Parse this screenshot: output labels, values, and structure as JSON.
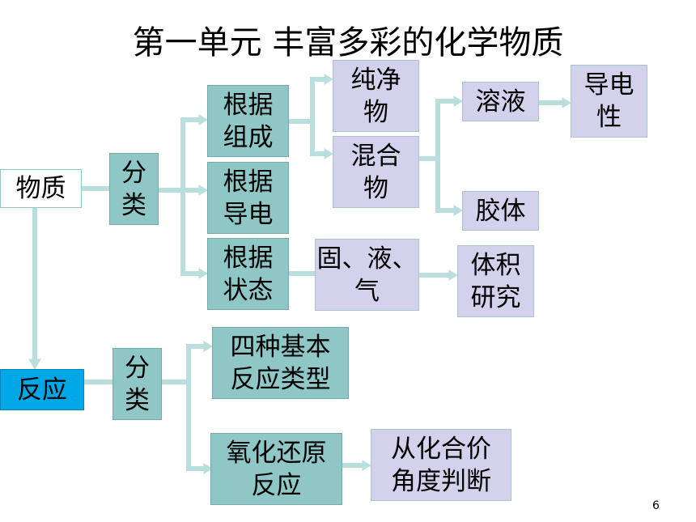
{
  "title": "第一单元  丰富多彩的化学物质",
  "page_number": "6",
  "nodes": {
    "wuzhi": "物质",
    "fenlei1": "分\n类",
    "zucheng": "根据\n组成",
    "daodian": "根据\n导电",
    "zhuangtai": "根据\n状态",
    "chunjing": "纯净\n物",
    "hunhe": "混合\n物",
    "rongye": "溶液",
    "jiaoti": "胶体",
    "daodianxing": "导电\n性",
    "guye": "固、液、\n气",
    "tiji": "体积\n研究",
    "fanying": "反应",
    "fenlei2": "分\n类",
    "sizhong": "四种基本\n反应类型",
    "yanghua": "氧化还原\n反应",
    "huahejia": "从化合价\n角度判断"
  },
  "colors": {
    "teal": "#8fc7c7",
    "lavender": "#d4d1ec",
    "blue": "#00a7e6",
    "connector": "#b9dede"
  }
}
